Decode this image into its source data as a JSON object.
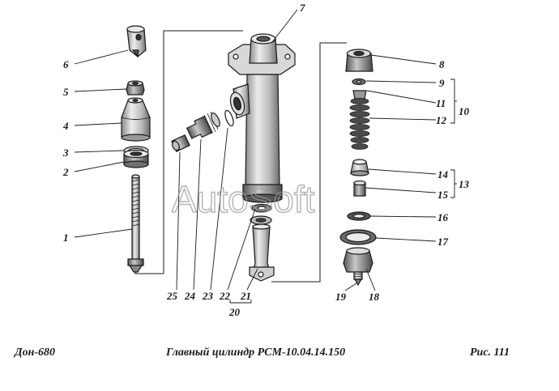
{
  "diagram": {
    "watermark": "AutoSoft",
    "callouts": [
      {
        "id": "c1",
        "label": "1"
      },
      {
        "id": "c2",
        "label": "2"
      },
      {
        "id": "c3",
        "label": "3"
      },
      {
        "id": "c4",
        "label": "4"
      },
      {
        "id": "c5",
        "label": "5"
      },
      {
        "id": "c6",
        "label": "6"
      },
      {
        "id": "c7",
        "label": "7"
      },
      {
        "id": "c8",
        "label": "8"
      },
      {
        "id": "c9",
        "label": "9"
      },
      {
        "id": "c10",
        "label": "10"
      },
      {
        "id": "c11",
        "label": "11"
      },
      {
        "id": "c12",
        "label": "12"
      },
      {
        "id": "c13",
        "label": "13"
      },
      {
        "id": "c14",
        "label": "14"
      },
      {
        "id": "c15",
        "label": "15"
      },
      {
        "id": "c16",
        "label": "16"
      },
      {
        "id": "c17",
        "label": "17"
      },
      {
        "id": "c18",
        "label": "18"
      },
      {
        "id": "c19",
        "label": "19"
      },
      {
        "id": "c20",
        "label": "20"
      },
      {
        "id": "c21",
        "label": "21"
      },
      {
        "id": "c22",
        "label": "22"
      },
      {
        "id": "c23",
        "label": "23"
      },
      {
        "id": "c24",
        "label": "24"
      },
      {
        "id": "c25",
        "label": "25"
      }
    ]
  },
  "footer": {
    "left": "Дон-680",
    "center": "Главный цилиндр РСМ-10.04.14.150",
    "right": "Рис.  111"
  },
  "colors": {
    "ink": "#1a1a1a",
    "metal_light": "#e6e6e6",
    "metal_mid": "#bdbdbd",
    "metal_dark": "#6f6f6f",
    "watermark": "#9a9a9a"
  }
}
